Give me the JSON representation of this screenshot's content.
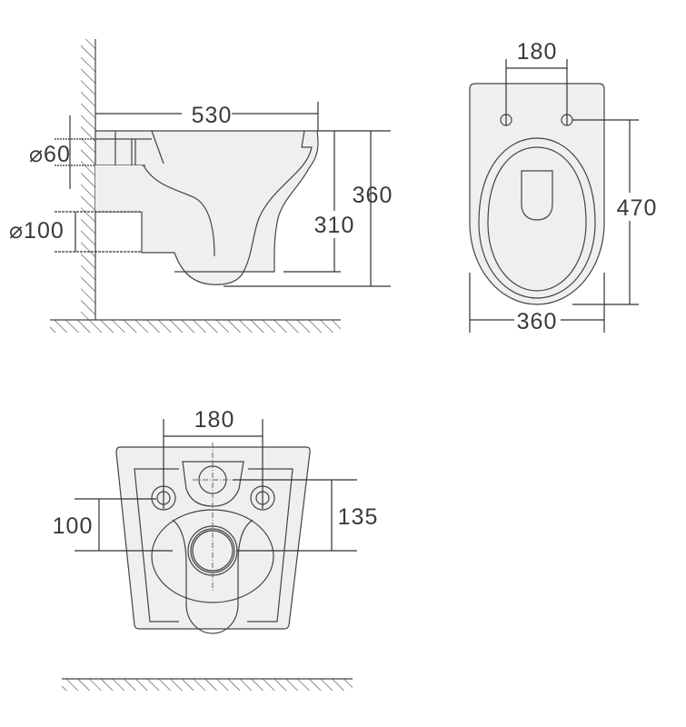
{
  "side_view": {
    "width_label": "530",
    "pipe_small_label": "⌀60",
    "pipe_large_label": "⌀100",
    "height_outlet_label": "310",
    "height_total_label": "360"
  },
  "top_view": {
    "bolt_spacing_label": "180",
    "length_label": "470",
    "width_label": "360"
  },
  "rear_view": {
    "bolt_spacing_label": "180",
    "bolt_height_label": "100",
    "inlet_height_label": "135"
  },
  "colors": {
    "fill": "#efefef",
    "line": "#444444"
  }
}
